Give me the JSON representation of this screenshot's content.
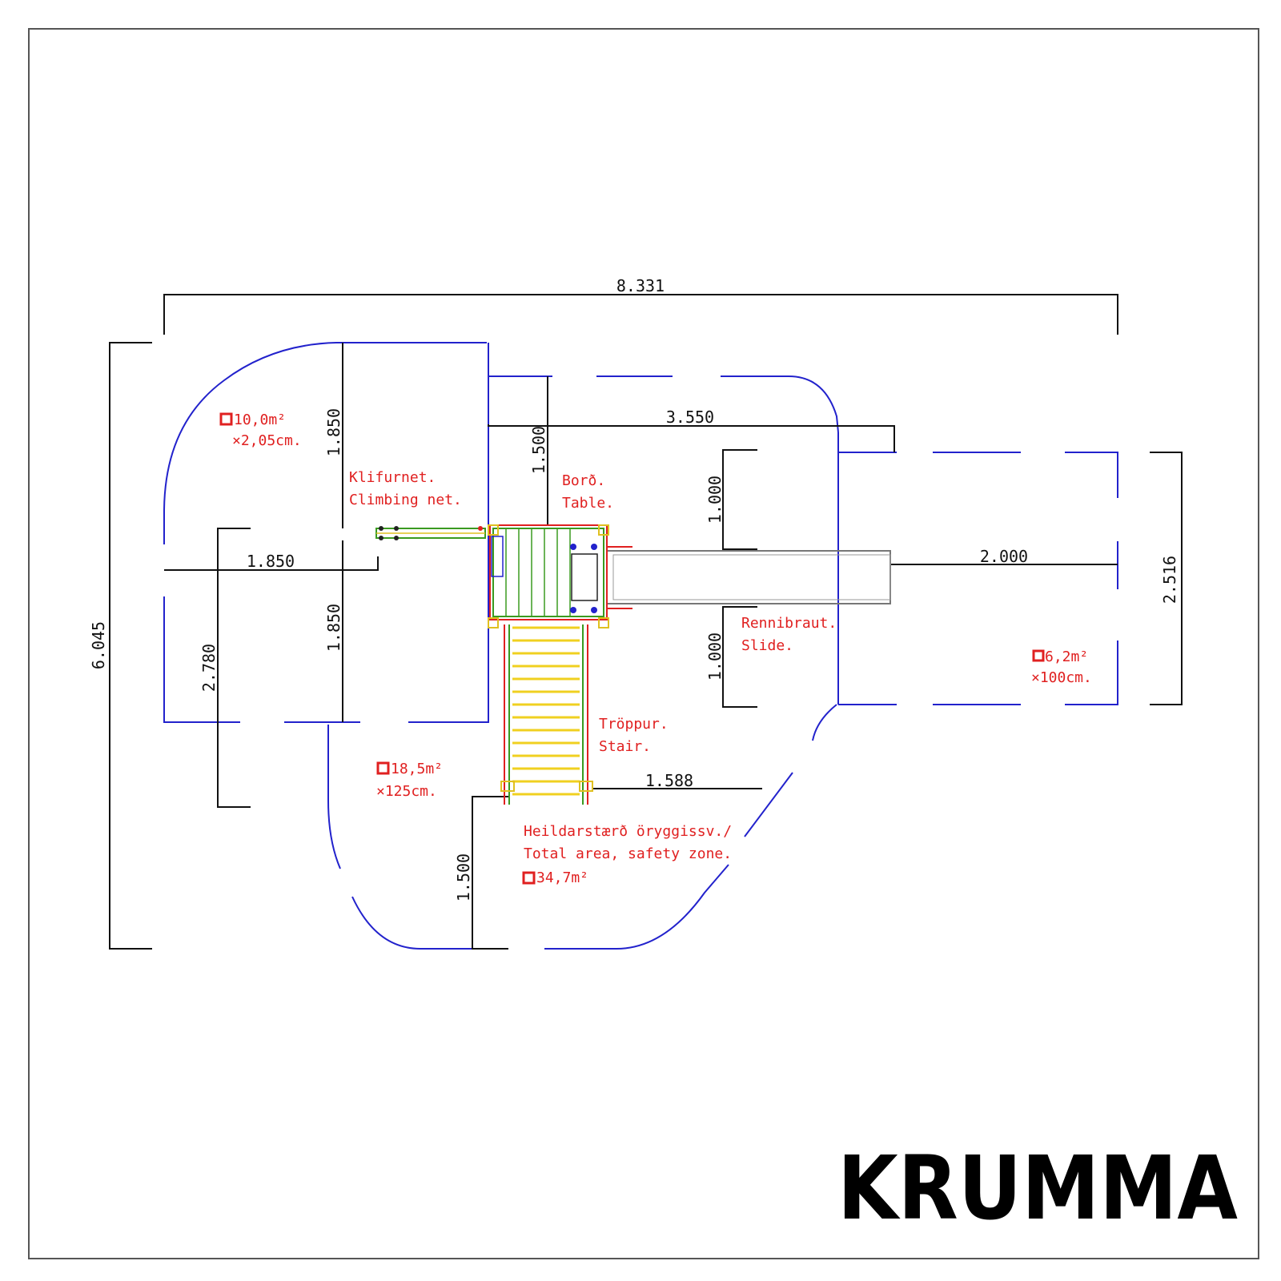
{
  "dimensions": {
    "overall_width": "8.331",
    "overall_height": "6.045",
    "left_top_height": "1.850",
    "left_bottom_height": "1.850",
    "left_width": "1.850",
    "left_zone_height": "2.780",
    "table_top": "1.500",
    "table_to_slide": "3.550",
    "slide_top": "1.000",
    "slide_bottom": "1.000",
    "slide_length": "2.000",
    "slide_zone_width": "2.516",
    "stair_offset": "1.588",
    "bottom_depth": "1.500"
  },
  "labels": {
    "climbing_net_is": "Klifurnet.",
    "climbing_net_en": "Climbing net.",
    "table_is": "Borð.",
    "table_en": "Table.",
    "slide_is": "Rennibraut.",
    "slide_en": "Slide.",
    "stair_is": "Tröppur.",
    "stair_en": "Stair.",
    "total_is": "Heildarstærð öryggissv./",
    "total_en": "Total area, safety zone."
  },
  "areas": {
    "net_area": "10,0m²",
    "net_height": "×2,05cm.",
    "stair_area": "18,5m²",
    "stair_height": "×125cm.",
    "total_area": "34,7m²",
    "slide_area": "6,2m²",
    "slide_height": "×100cm."
  },
  "brand": {
    "logo": "KRUMMA"
  },
  "colors": {
    "zone": "#2222cc",
    "label": "#e02020",
    "stair_rail": "#f0d020",
    "platform": "#3a9a20"
  }
}
